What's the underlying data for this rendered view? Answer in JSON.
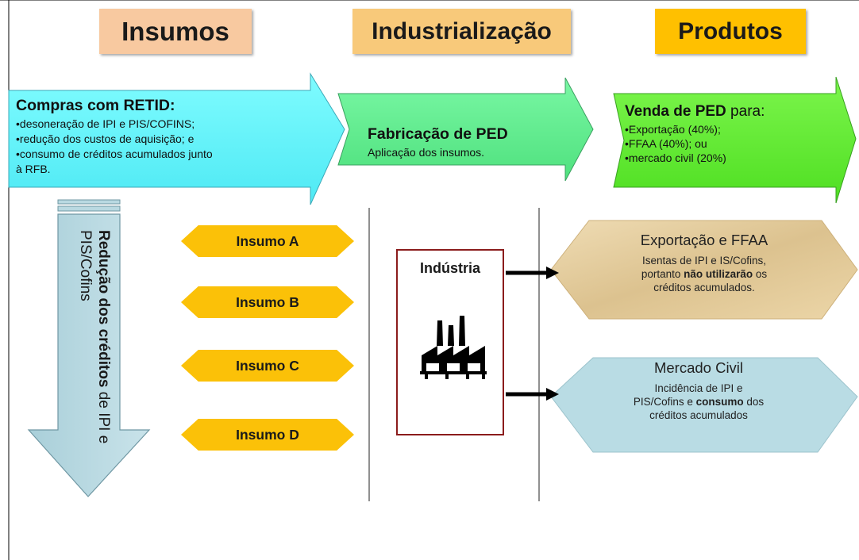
{
  "headers": {
    "insumos": "Insumos",
    "industrializacao": "Industrialização",
    "produtos": "Produtos"
  },
  "arrow_compras": {
    "title": "Compras com RETID:",
    "lines": [
      "•desoneração de IPI e PIS/COFINS;",
      "•redução dos custos de aquisição; e",
      "•consumo de créditos acumulados junto",
      "à RFB."
    ]
  },
  "arrow_fabricacao": {
    "title": "Fabricação de PED",
    "line": "Aplicação dos insumos."
  },
  "arrow_venda": {
    "title_bold": "Venda de PED",
    "title_rest": " para:",
    "lines": [
      "•Exportação (40%);",
      "•FFAA (40%); ou",
      "•mercado civil (20%)"
    ]
  },
  "down_arrow": {
    "bold": "Redução dos créditos",
    "rest": " de IPI e PIS/Cofins"
  },
  "insumos": [
    "Insumo A",
    "Insumo B",
    "Insumo C",
    "Insumo D"
  ],
  "industria": {
    "label": "Indústria",
    "icon": "factory-icon"
  },
  "exportacao": {
    "title": "Exportação e FFAA",
    "l1": "Isentas de IPI e  IS/Cofins,",
    "l2a": "portanto ",
    "l2b": "não utilizarão",
    "l2c": " os",
    "l3": "créditos acumulados."
  },
  "mercado": {
    "title": "Mercado Civil",
    "l1": "Incidência de IPI e",
    "l2a": "PIS/Cofins e ",
    "l2b": "consumo",
    "l2c": " dos",
    "l3": "créditos acumulados"
  },
  "colors": {
    "header_insumos": "#f8c9a0",
    "header_industrializacao": "#f8c97a",
    "header_produtos": "#ffc000",
    "arrow_cyan": "#66ffff",
    "arrow_green_light": "#66ff99",
    "arrow_green": "#66ee33",
    "insumo_fill": "#fbc108",
    "down_arrow": "#b9d9e1",
    "industria_border": "#8b1c1c",
    "parchment": "#e7d2a8",
    "mercado_fill": "#b9dce4"
  }
}
